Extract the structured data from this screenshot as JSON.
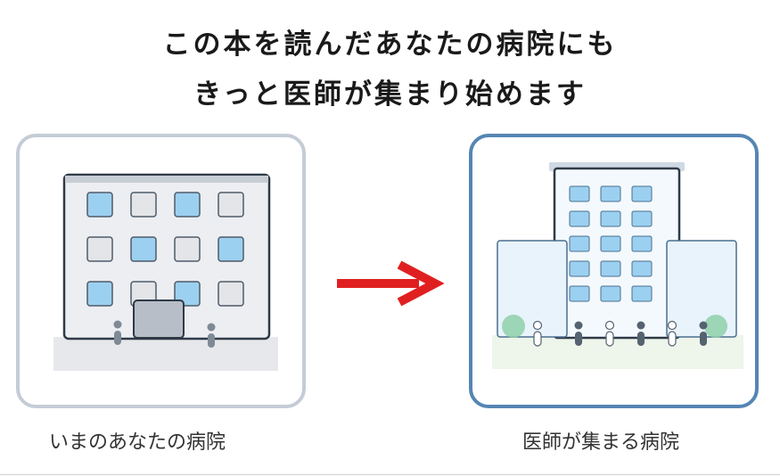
{
  "headline": {
    "line1": "この本を読んだあなたの病院にも",
    "line2": "きっと医師が集まり始めます"
  },
  "panels": {
    "before": {
      "caption": "いまのあなたの病院"
    },
    "after": {
      "caption": "医師が集まる病院"
    }
  },
  "arrow": {
    "color": "#e02020",
    "direction": "right"
  },
  "colors": {
    "before_border": "#c4ccd6",
    "after_border": "#5586b3",
    "window_blue": "#9cd0f0",
    "window_gray": "#e3e5e8",
    "ground": "#e6e8ec",
    "ground_after": "#eef5ea",
    "tree": "#8fcfaa"
  }
}
